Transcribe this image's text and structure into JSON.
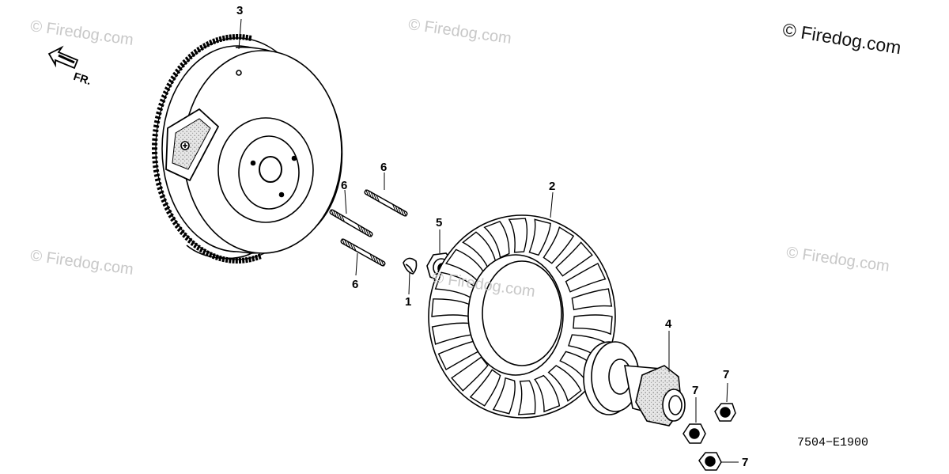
{
  "diagram": {
    "copyright": "© Firedog.com",
    "watermark": "© Firedog.com",
    "direction_label": "FR.",
    "drawing_code": "7504−E1900",
    "callouts": {
      "p1": "1",
      "p2": "2",
      "p3": "3",
      "p4": "4",
      "p5": "5",
      "p6a": "6",
      "p6b": "6",
      "p6c": "6",
      "p7a": "7",
      "p7b": "7",
      "p7c": "7"
    },
    "parts": [
      {
        "ref": "1",
        "name": "woodruff-key"
      },
      {
        "ref": "2",
        "name": "cooling-fan"
      },
      {
        "ref": "3",
        "name": "flywheel"
      },
      {
        "ref": "4",
        "name": "starter-pulley"
      },
      {
        "ref": "5",
        "name": "flange-nut"
      },
      {
        "ref": "6",
        "name": "stud-bolt"
      },
      {
        "ref": "7",
        "name": "flange-nut"
      }
    ]
  }
}
